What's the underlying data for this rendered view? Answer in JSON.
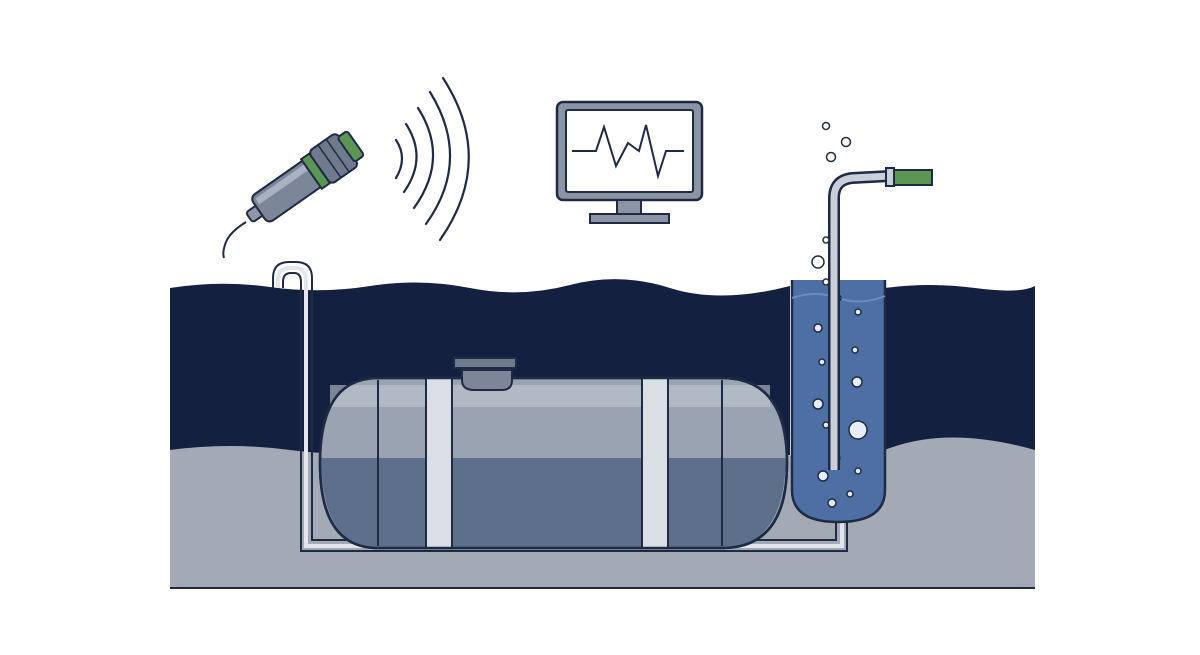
{
  "diagram": {
    "components": [
      {
        "id": "handheld-sensor",
        "icon": "handheld-probe-icon"
      },
      {
        "id": "wireless-signal",
        "icon": "wifi-waves-icon"
      },
      {
        "id": "monitor",
        "icon": "monitor-waveform-icon"
      },
      {
        "id": "underground-tank",
        "icon": "tank-icon"
      },
      {
        "id": "sensor-line",
        "icon": "pipe-icon"
      },
      {
        "id": "monitoring-well",
        "icon": "well-bubbles-icon"
      },
      {
        "id": "vent-pipe",
        "icon": "vent-pipe-icon"
      }
    ],
    "labels": []
  },
  "colors": {
    "background": "#ffffff",
    "soil_dark": "#14203f",
    "soil_light": "#a3aab6",
    "tank_body": "#9aa3b1",
    "tank_liquid": "#5e6f8c",
    "tank_strap": "#dadfe6",
    "well_water": "#4d6fa3",
    "accent_green": "#5c9655",
    "outline": "#1f2a44"
  }
}
